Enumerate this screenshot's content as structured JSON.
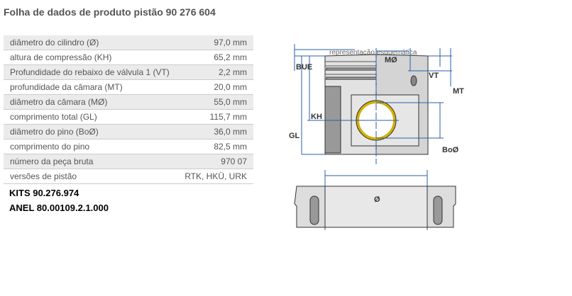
{
  "title": "Folha de dados de produto pistão 90 276 604",
  "specs": [
    {
      "label": "diâmetro do cilindro (Ø)",
      "value": "97,0 mm"
    },
    {
      "label": "altura de compressão (KH)",
      "value": "65,2 mm"
    },
    {
      "label": "Profundidade do rebaixo de válvula 1 (VT)",
      "value": "2,2 mm"
    },
    {
      "label": "profundidade da câmara (MT)",
      "value": "20,0 mm"
    },
    {
      "label": "diâmetro da câmara (MØ)",
      "value": "55,0 mm"
    },
    {
      "label": "comprimento total (GL)",
      "value": "115,7 mm"
    },
    {
      "label": "diâmetro do pino (BoØ)",
      "value": "36,0 mm"
    },
    {
      "label": "comprimento do pino",
      "value": "82,5 mm"
    },
    {
      "label": "número da peça bruta",
      "value": "970 07"
    },
    {
      "label": "versões de pistão",
      "value": "RTK, HKÜ, URK"
    }
  ],
  "kits": "KITS 90.276.974",
  "anel": "ANEL 80.00109.2.1.000",
  "diagram": {
    "caption": "representação esquemática",
    "labels": {
      "bue": "BUE",
      "mo": "MØ",
      "vt": "VT",
      "mt": "MT",
      "kh": "KH",
      "gl": "GL",
      "boo": "BoØ",
      "d": "Ø"
    }
  }
}
